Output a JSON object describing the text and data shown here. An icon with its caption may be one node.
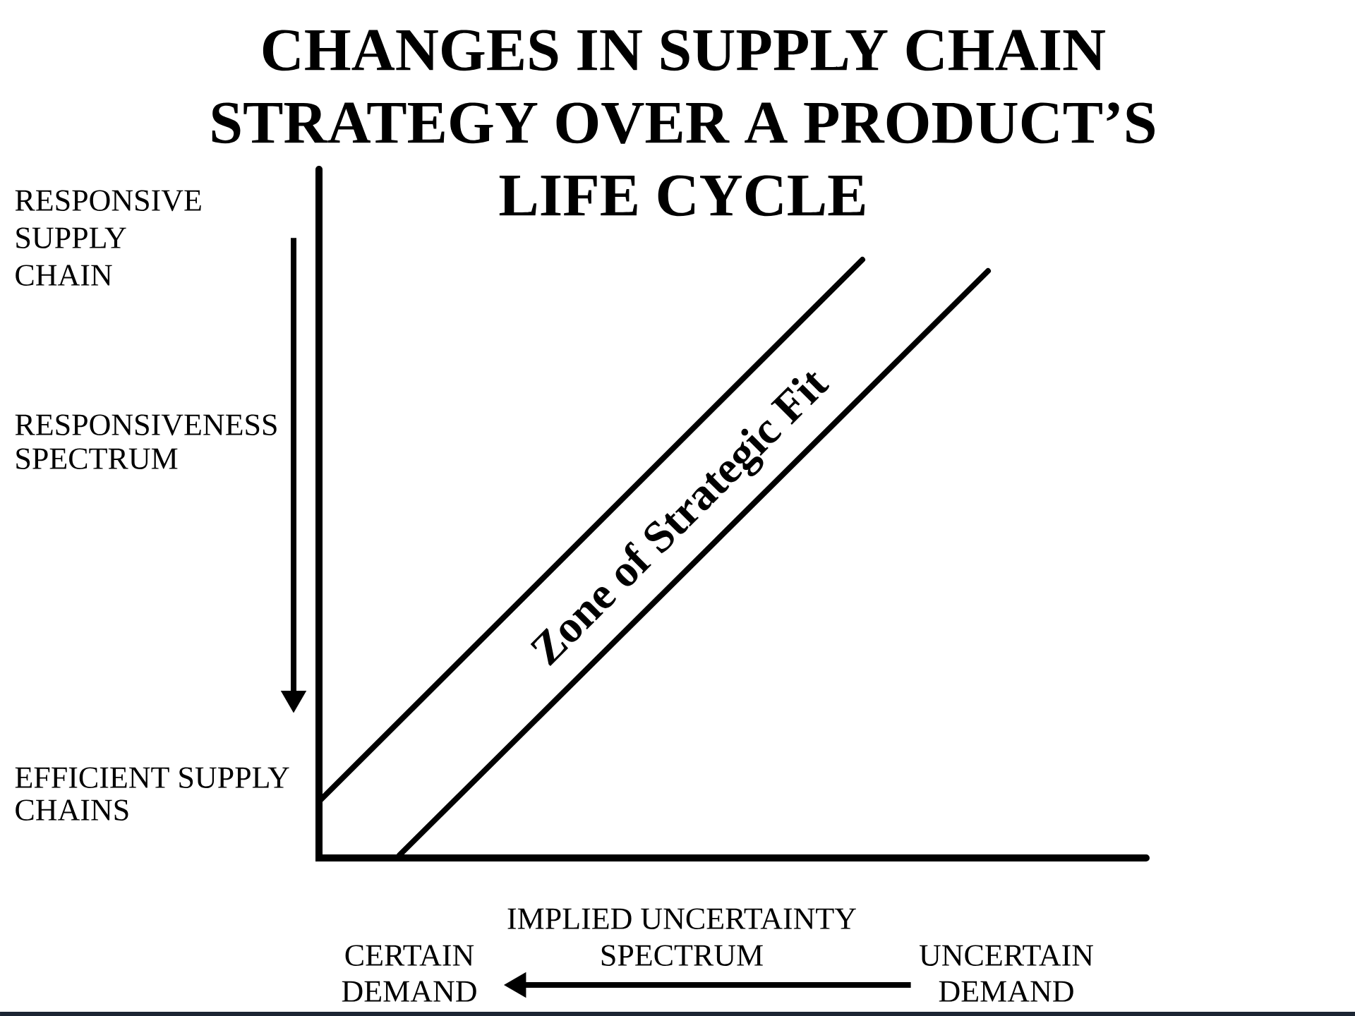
{
  "diagram": {
    "title": "CHANGES IN SUPPLY CHAIN STRATEGY OVER A PRODUCT’S LIFE CYCLE",
    "nodes": [
      {
        "text": [
          "RESPONSIVE SUPPLY CHAIN"
        ]
      },
      {
        "text": [
          "EFFICIENT SUPPLY CHAINS"
        ]
      },
      {
        "text": [
          "CERTAIN DEMAND"
        ]
      },
      {
        "text": [
          "UNCERTAIN DEMAND"
        ]
      }
    ],
    "edges": [
      {
        "from": 0,
        "to": 1,
        "arrow": "to"
      },
      {
        "from": 3,
        "to": 2,
        "arrow": "to"
      }
    ],
    "labels": [
      "RESPONSIVENESS SPECTRUM",
      "Zone of Strategic Fit",
      "IMPLIED UNCERTAINTY SPECTRUM"
    ]
  }
}
